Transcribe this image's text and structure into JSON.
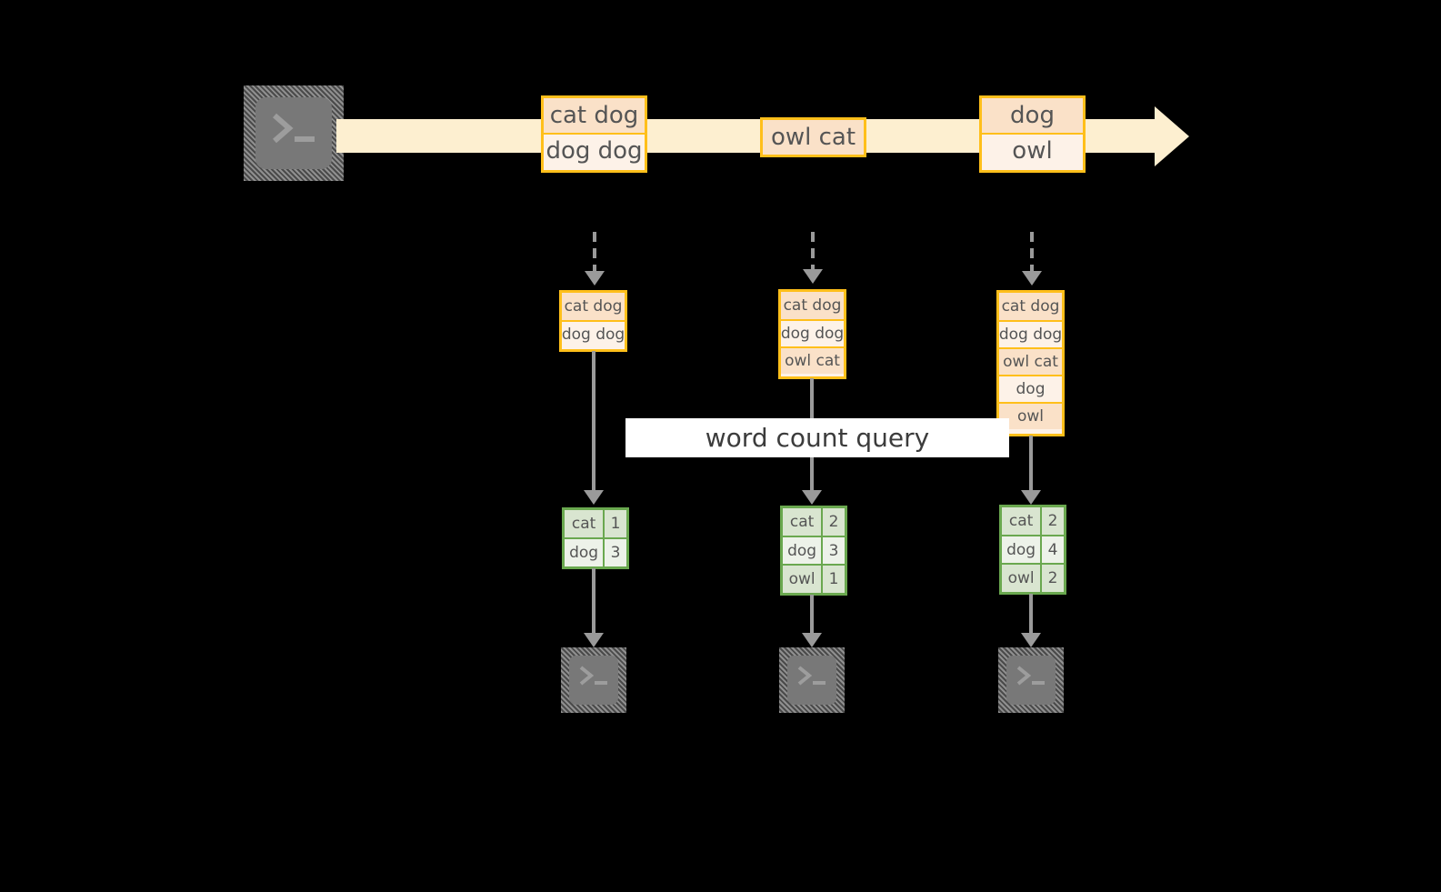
{
  "diagram": {
    "title": "word count query",
    "colors": {
      "background": "#000000",
      "stream_band": "#FDEFD0",
      "message_border": "#FFBF1A",
      "message_fill_dark": "#FAE1C8",
      "message_fill_light": "#FDF2E8",
      "table_border": "#6AA84F",
      "table_fill_dark": "#D9E5D0",
      "table_fill_light": "#EDF2E9",
      "connector": "#9A9A9A",
      "terminal_fill": "#787878",
      "label_band": "#FFFFFF",
      "text": "#555555"
    }
  },
  "source": {
    "icon": "terminal-icon",
    "label": ""
  },
  "stream": {
    "messages": [
      {
        "id": "msg-1",
        "rows": [
          {
            "text": "cat dog",
            "shade": "dark"
          },
          {
            "text": "dog dog",
            "shade": "light"
          }
        ]
      },
      {
        "id": "msg-2",
        "rows": [
          {
            "text": "owl cat",
            "shade": "dark"
          }
        ]
      },
      {
        "id": "msg-3",
        "rows": [
          {
            "text": "dog",
            "shade": "dark"
          },
          {
            "text": "owl",
            "shade": "light"
          }
        ]
      }
    ]
  },
  "snapshots": [
    {
      "id": "snapshot-1",
      "rows": [
        {
          "text": "cat dog",
          "shade": "dark"
        },
        {
          "text": "dog dog",
          "shade": "light"
        }
      ]
    },
    {
      "id": "snapshot-2",
      "rows": [
        {
          "text": "cat dog",
          "shade": "dark"
        },
        {
          "text": "dog dog",
          "shade": "light"
        },
        {
          "text": "owl cat",
          "shade": "dark"
        }
      ]
    },
    {
      "id": "snapshot-3",
      "rows": [
        {
          "text": "cat dog",
          "shade": "dark"
        },
        {
          "text": "dog dog",
          "shade": "light"
        },
        {
          "text": "owl cat",
          "shade": "dark"
        },
        {
          "text": "dog",
          "shade": "light"
        },
        {
          "text": "owl",
          "shade": "dark"
        }
      ]
    }
  ],
  "query_label": "word count query",
  "results": [
    {
      "id": "result-1",
      "rows": [
        {
          "key": "cat",
          "value": "1",
          "shade": "dark"
        },
        {
          "key": "dog",
          "value": "3",
          "shade": "light"
        }
      ]
    },
    {
      "id": "result-2",
      "rows": [
        {
          "key": "cat",
          "value": "2",
          "shade": "dark"
        },
        {
          "key": "dog",
          "value": "3",
          "shade": "light"
        },
        {
          "key": "owl",
          "value": "1",
          "shade": "dark"
        }
      ]
    },
    {
      "id": "result-3",
      "rows": [
        {
          "key": "cat",
          "value": "2",
          "shade": "dark"
        },
        {
          "key": "dog",
          "value": "4",
          "shade": "light"
        },
        {
          "key": "owl",
          "value": "2",
          "shade": "dark"
        }
      ]
    }
  ],
  "sinks": [
    {
      "id": "sink-1",
      "icon": "terminal-icon"
    },
    {
      "id": "sink-2",
      "icon": "terminal-icon"
    },
    {
      "id": "sink-3",
      "icon": "terminal-icon"
    }
  ]
}
